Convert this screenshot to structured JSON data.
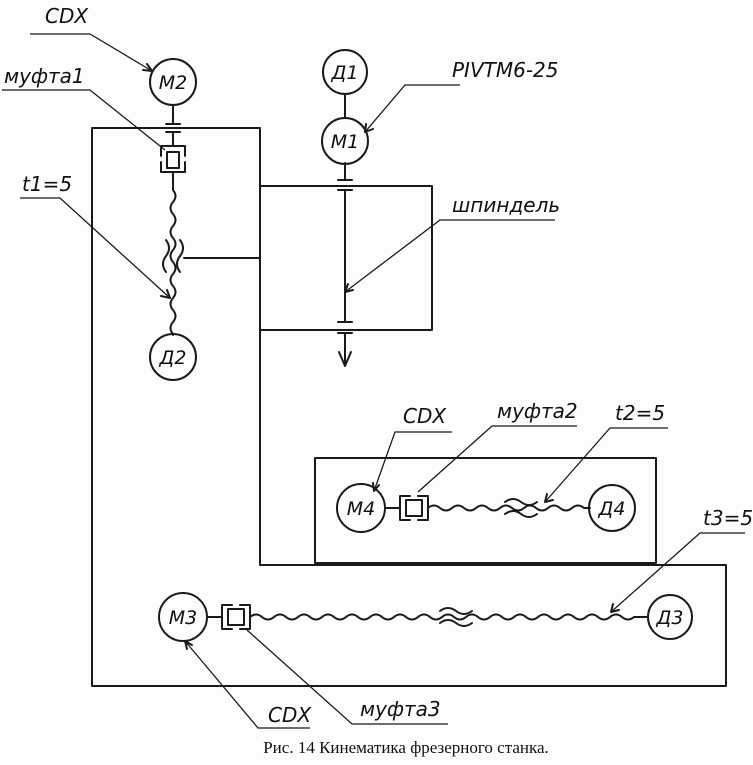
{
  "labels": {
    "cdx_m2": "CDX",
    "mufta1": "муфта1",
    "t1": "t1=5",
    "piv": "PIVTM6-25",
    "shpindel": "шпиндель",
    "cdx_m4": "CDX",
    "mufta2": "муфта2",
    "t2": "t2=5",
    "t3": "t3=5",
    "cdx_m3": "CDX",
    "mufta3": "муфта3"
  },
  "nodes": {
    "m2": "M2",
    "d1": "Д1",
    "m1": "M1",
    "d2": "Д2",
    "m4": "M4",
    "d4": "Д4",
    "m3": "M3",
    "d3": "Д3"
  },
  "caption": "Рис. 14 Кинематика фрезерного станка."
}
